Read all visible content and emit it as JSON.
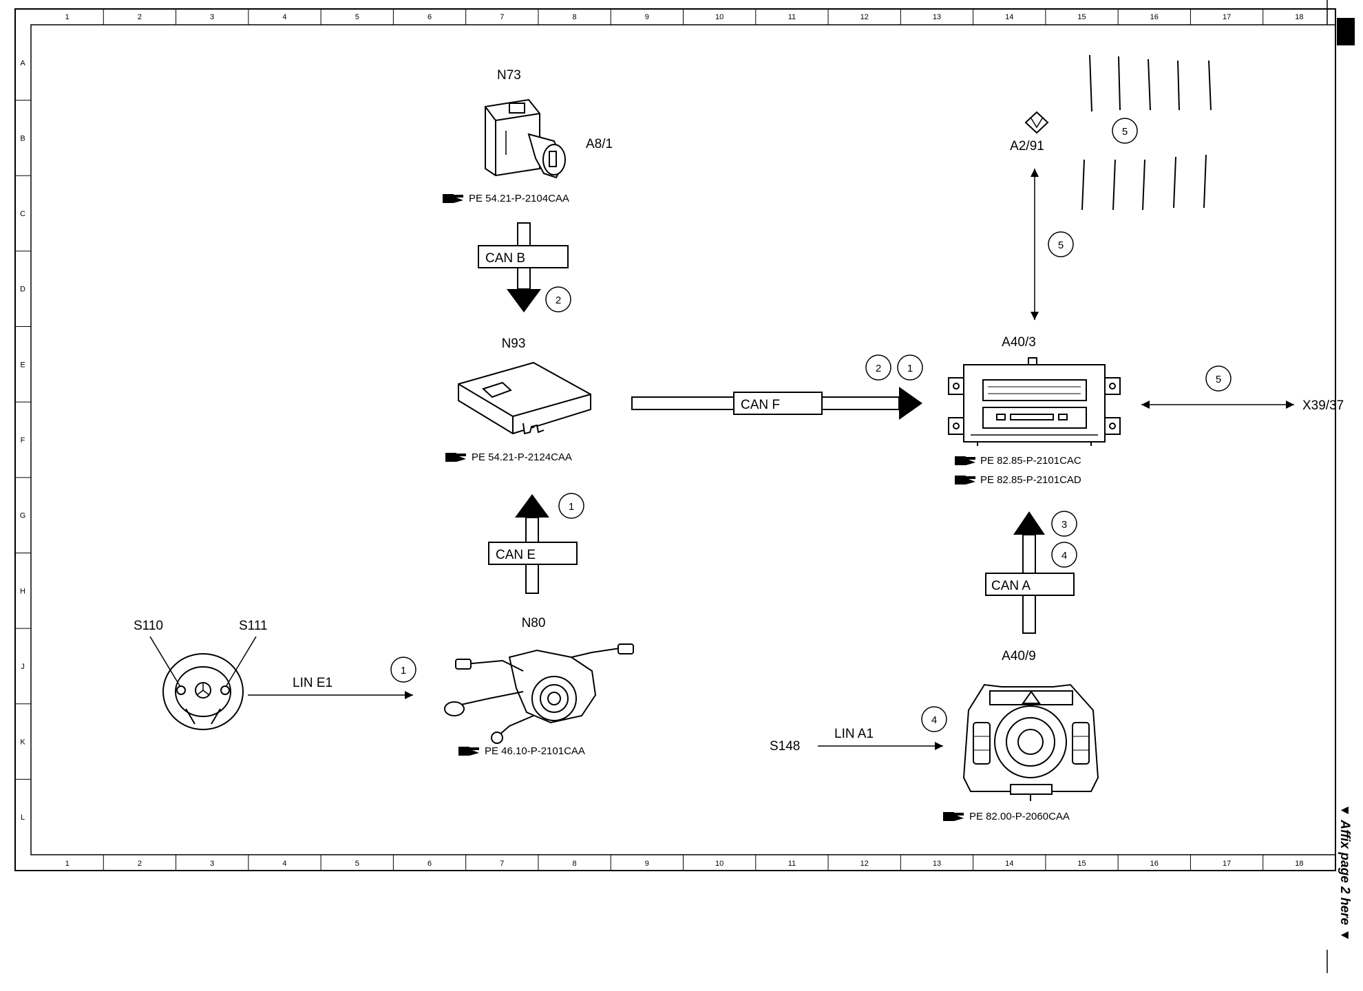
{
  "columns": [
    "1",
    "2",
    "3",
    "4",
    "5",
    "6",
    "7",
    "8",
    "9",
    "10",
    "11",
    "12",
    "13",
    "14",
    "15",
    "16",
    "17",
    "18"
  ],
  "rows": [
    "A",
    "B",
    "C",
    "D",
    "E",
    "F",
    "G",
    "H",
    "J",
    "K",
    "L"
  ],
  "components": {
    "n73": "N73",
    "a8_1": "A8/1",
    "n93": "N93",
    "n80": "N80",
    "s110": "S110",
    "s111": "S111",
    "a2_91": "A2/91",
    "a40_3": "A40/3",
    "a40_9": "A40/9",
    "s148": "S148",
    "x39_37": "X39/37"
  },
  "references": {
    "n73": "PE 54.21-P-2104CAA",
    "n93": "PE 54.21-P-2124CAA",
    "n80": "PE 46.10-P-2101CAA",
    "a40_3_a": "PE 82.85-P-2101CAC",
    "a40_3_b": "PE 82.85-P-2101CAD",
    "a40_9": "PE 82.00-P-2060CAA"
  },
  "buses": {
    "can_b": "CAN B",
    "can_e": "CAN E",
    "can_f": "CAN F",
    "can_a": "CAN A",
    "lin_e1": "LIN E1",
    "lin_a1": "LIN A1"
  },
  "circled": {
    "can_b": "2",
    "can_e": "1",
    "can_f_a": "2",
    "can_f_b": "1",
    "lin_e1": "1",
    "a2_91_line": "5",
    "a2_91_hatch": "5",
    "x39_37": "5",
    "can_a_a": "3",
    "can_a_b": "4",
    "lin_a1": "4"
  },
  "side_note": "▼ Affix page 2 here ▼"
}
